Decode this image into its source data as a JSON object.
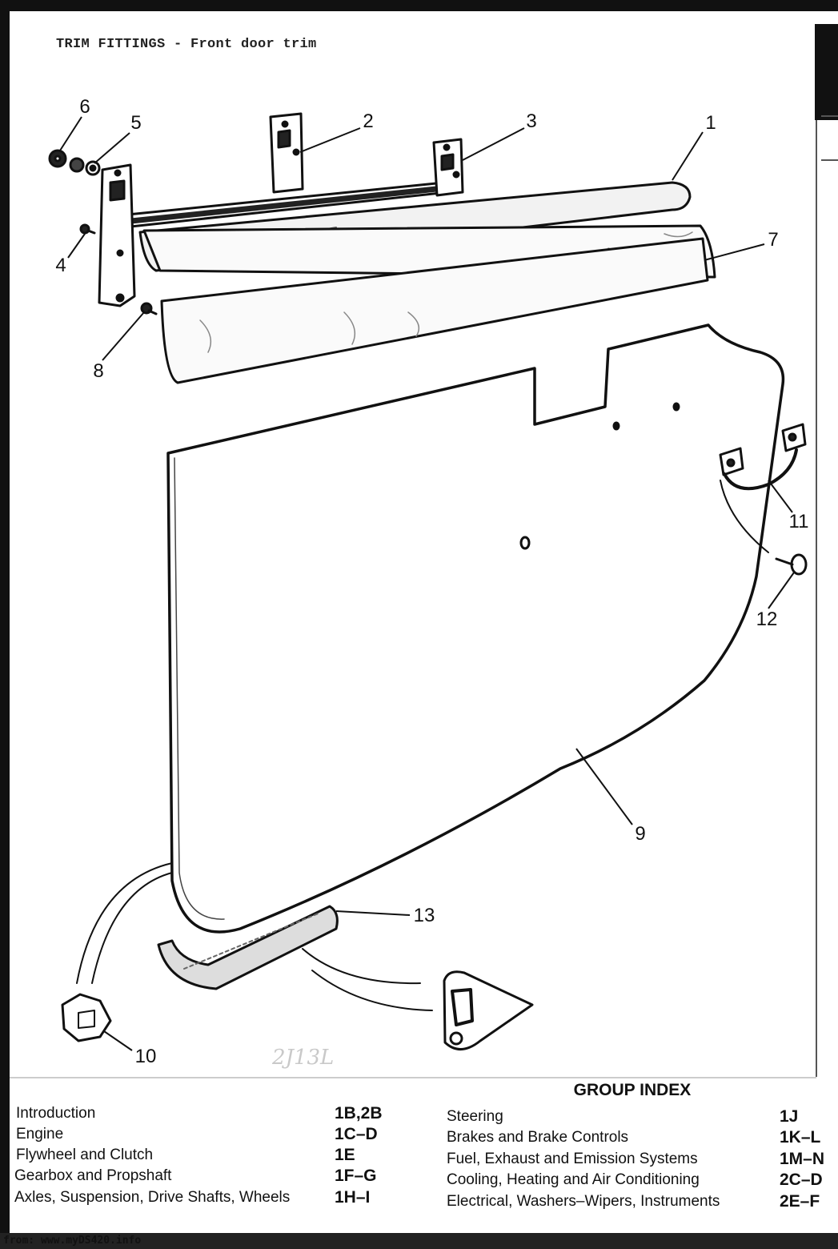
{
  "header": {
    "title": "TRIM FITTINGS - Front door trim"
  },
  "callouts": [
    "1",
    "2",
    "3",
    "4",
    "5",
    "6",
    "7",
    "8",
    "9",
    "10",
    "11",
    "12",
    "13"
  ],
  "handwriting": "2J13L",
  "group_index": {
    "title": "GROUP INDEX",
    "left": [
      {
        "label": "Introduction",
        "code": "1B,2B"
      },
      {
        "label": "Engine",
        "code": "1C–D"
      },
      {
        "label": "Flywheel and Clutch",
        "code": "1E"
      },
      {
        "label": "Gearbox and Propshaft",
        "code": "1F–G"
      },
      {
        "label": "Axles, Suspension, Drive Shafts, Wheels",
        "code": "1H–I"
      }
    ],
    "right": [
      {
        "label": "Steering",
        "code": "1J"
      },
      {
        "label": "Brakes and Brake Controls",
        "code": "1K–L"
      },
      {
        "label": "Fuel, Exhaust and Emission Systems",
        "code": "1M–N"
      },
      {
        "label": "Cooling, Heating and Air Conditioning",
        "code": "2C–D"
      },
      {
        "label": "Electrical, Washers–Wipers, Instruments",
        "code": "2E–F"
      }
    ]
  },
  "footer": {
    "source": "from: www.myDS420.info"
  }
}
